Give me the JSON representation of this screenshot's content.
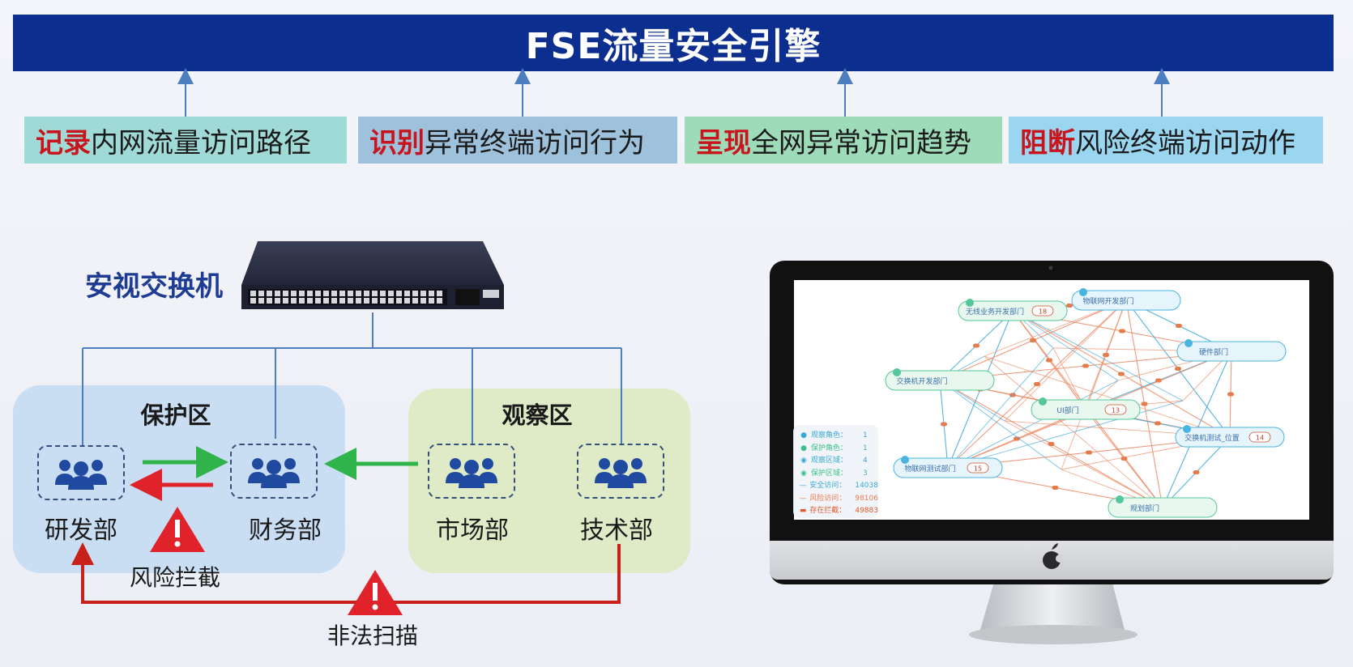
{
  "banner": {
    "title": "FSE流量安全引擎"
  },
  "features": [
    {
      "highlight": "记录",
      "text": "内网流量访问路径",
      "color": "#9fdad6"
    },
    {
      "highlight": "识别",
      "text": "异常终端访问行为",
      "color": "#9ec1dc"
    },
    {
      "highlight": "呈现",
      "text": "全网异常访问趋势",
      "color": "#9edbb8"
    },
    {
      "highlight": "阻断",
      "text": "风险终端访问动作",
      "color": "#9ad6f0"
    }
  ],
  "switch": {
    "label": "安视交换机"
  },
  "zones": {
    "protect": {
      "title": "保护区",
      "color": "#c9ddf3"
    },
    "observe": {
      "title": "观察区",
      "color": "#dfeac6"
    }
  },
  "departments": {
    "rd": "研发部",
    "finance": "财务部",
    "market": "市场部",
    "tech": "技术部"
  },
  "captions": {
    "risk_block": "风险拦截",
    "illegal_scan": "非法扫描"
  },
  "colors": {
    "banner": "#0c2f8f",
    "highlight": "#c8141c",
    "allow_arrow": "#2fb34a",
    "block_arrow": "#e0222a",
    "scan_path": "#c8201a",
    "link_line": "#4d7fc0"
  },
  "monitor": {
    "nodes": [
      {
        "label": "无线业务开发部门",
        "badge": "18",
        "kind": "protect-zone"
      },
      {
        "label": "物联网开发部门",
        "badge": "",
        "kind": "observe-role"
      },
      {
        "label": "硬件部门",
        "badge": "",
        "kind": "observe-zone"
      },
      {
        "label": "交换机开发部门",
        "badge": "",
        "kind": "protect-role"
      },
      {
        "label": "UI部门",
        "badge": "13",
        "kind": "protect-zone"
      },
      {
        "label": "交换机测试_位置",
        "badge": "14",
        "kind": "observe-zone"
      },
      {
        "label": "物联网测试部门",
        "badge": "15",
        "kind": "observe-zone"
      },
      {
        "label": "规划部门",
        "badge": "",
        "kind": "protect-zone"
      }
    ],
    "legend": [
      {
        "icon": "person-icon",
        "label": "观察角色：",
        "value": "1",
        "color": "#3aa7d6"
      },
      {
        "icon": "person-icon",
        "label": "保护角色：",
        "value": "1",
        "color": "#3cbf8a"
      },
      {
        "icon": "pin-icon",
        "label": "观察区域：",
        "value": "4",
        "color": "#3aa7d6"
      },
      {
        "icon": "pin-icon",
        "label": "保护区域：",
        "value": "3",
        "color": "#3cbf8a"
      },
      {
        "icon": "line-icon",
        "label": "安全访问：",
        "value": "14038",
        "color": "#3aa7d6"
      },
      {
        "icon": "line-icon",
        "label": "风险访问：",
        "value": "98106",
        "color": "#ee7a50"
      },
      {
        "icon": "block-icon",
        "label": "存在拦截：",
        "value": "49883",
        "color": "#e05a2a"
      }
    ]
  }
}
